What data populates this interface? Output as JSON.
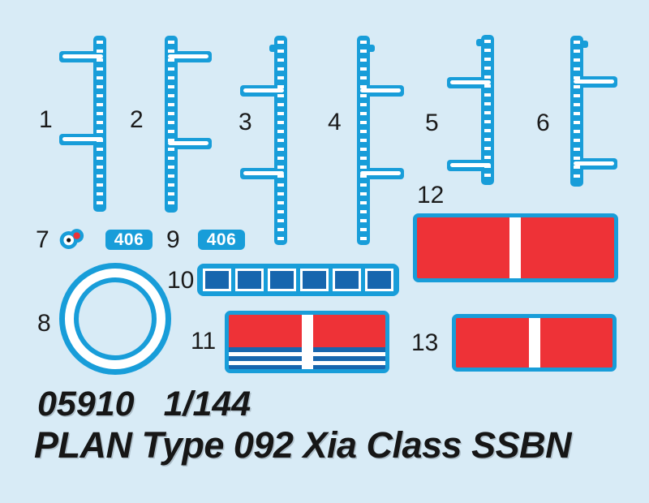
{
  "colors": {
    "background": "#d8ebf6",
    "decal_cyan": "#189dd9",
    "decal_dark_blue": "#1766ae",
    "decal_red": "#ee3237",
    "decal_white": "#ffffff",
    "text_black": "#161616"
  },
  "items": {
    "1": {
      "label": "1",
      "type": "draft-marking-ruler-left"
    },
    "2": {
      "label": "2",
      "type": "draft-marking-ruler-right"
    },
    "3": {
      "label": "3",
      "type": "draft-marking-ruler-left"
    },
    "4": {
      "label": "4",
      "type": "draft-marking-ruler-right"
    },
    "5": {
      "label": "5",
      "type": "draft-marking-ruler-left"
    },
    "6": {
      "label": "6",
      "type": "draft-marking-ruler-right"
    },
    "7": {
      "label": "7",
      "type": "twin-dot-marking"
    },
    "8": {
      "label": "8",
      "type": "ring-marking"
    },
    "9": {
      "label": "9",
      "type": "hull-number-badge"
    },
    "10": {
      "label": "10",
      "type": "window-strip"
    },
    "11": {
      "label": "11",
      "type": "flag-red-with-blue-white-stripes"
    },
    "12": {
      "label": "12",
      "type": "flag-red-with-white-bar"
    },
    "13": {
      "label": "13",
      "type": "flag-red-with-white-bar"
    }
  },
  "badges": {
    "badge_1": "406",
    "badge_2": "406"
  },
  "footer": {
    "kit_number": "05910",
    "scale": "1/144",
    "title": "PLAN Type 092 Xia Class SSBN"
  }
}
